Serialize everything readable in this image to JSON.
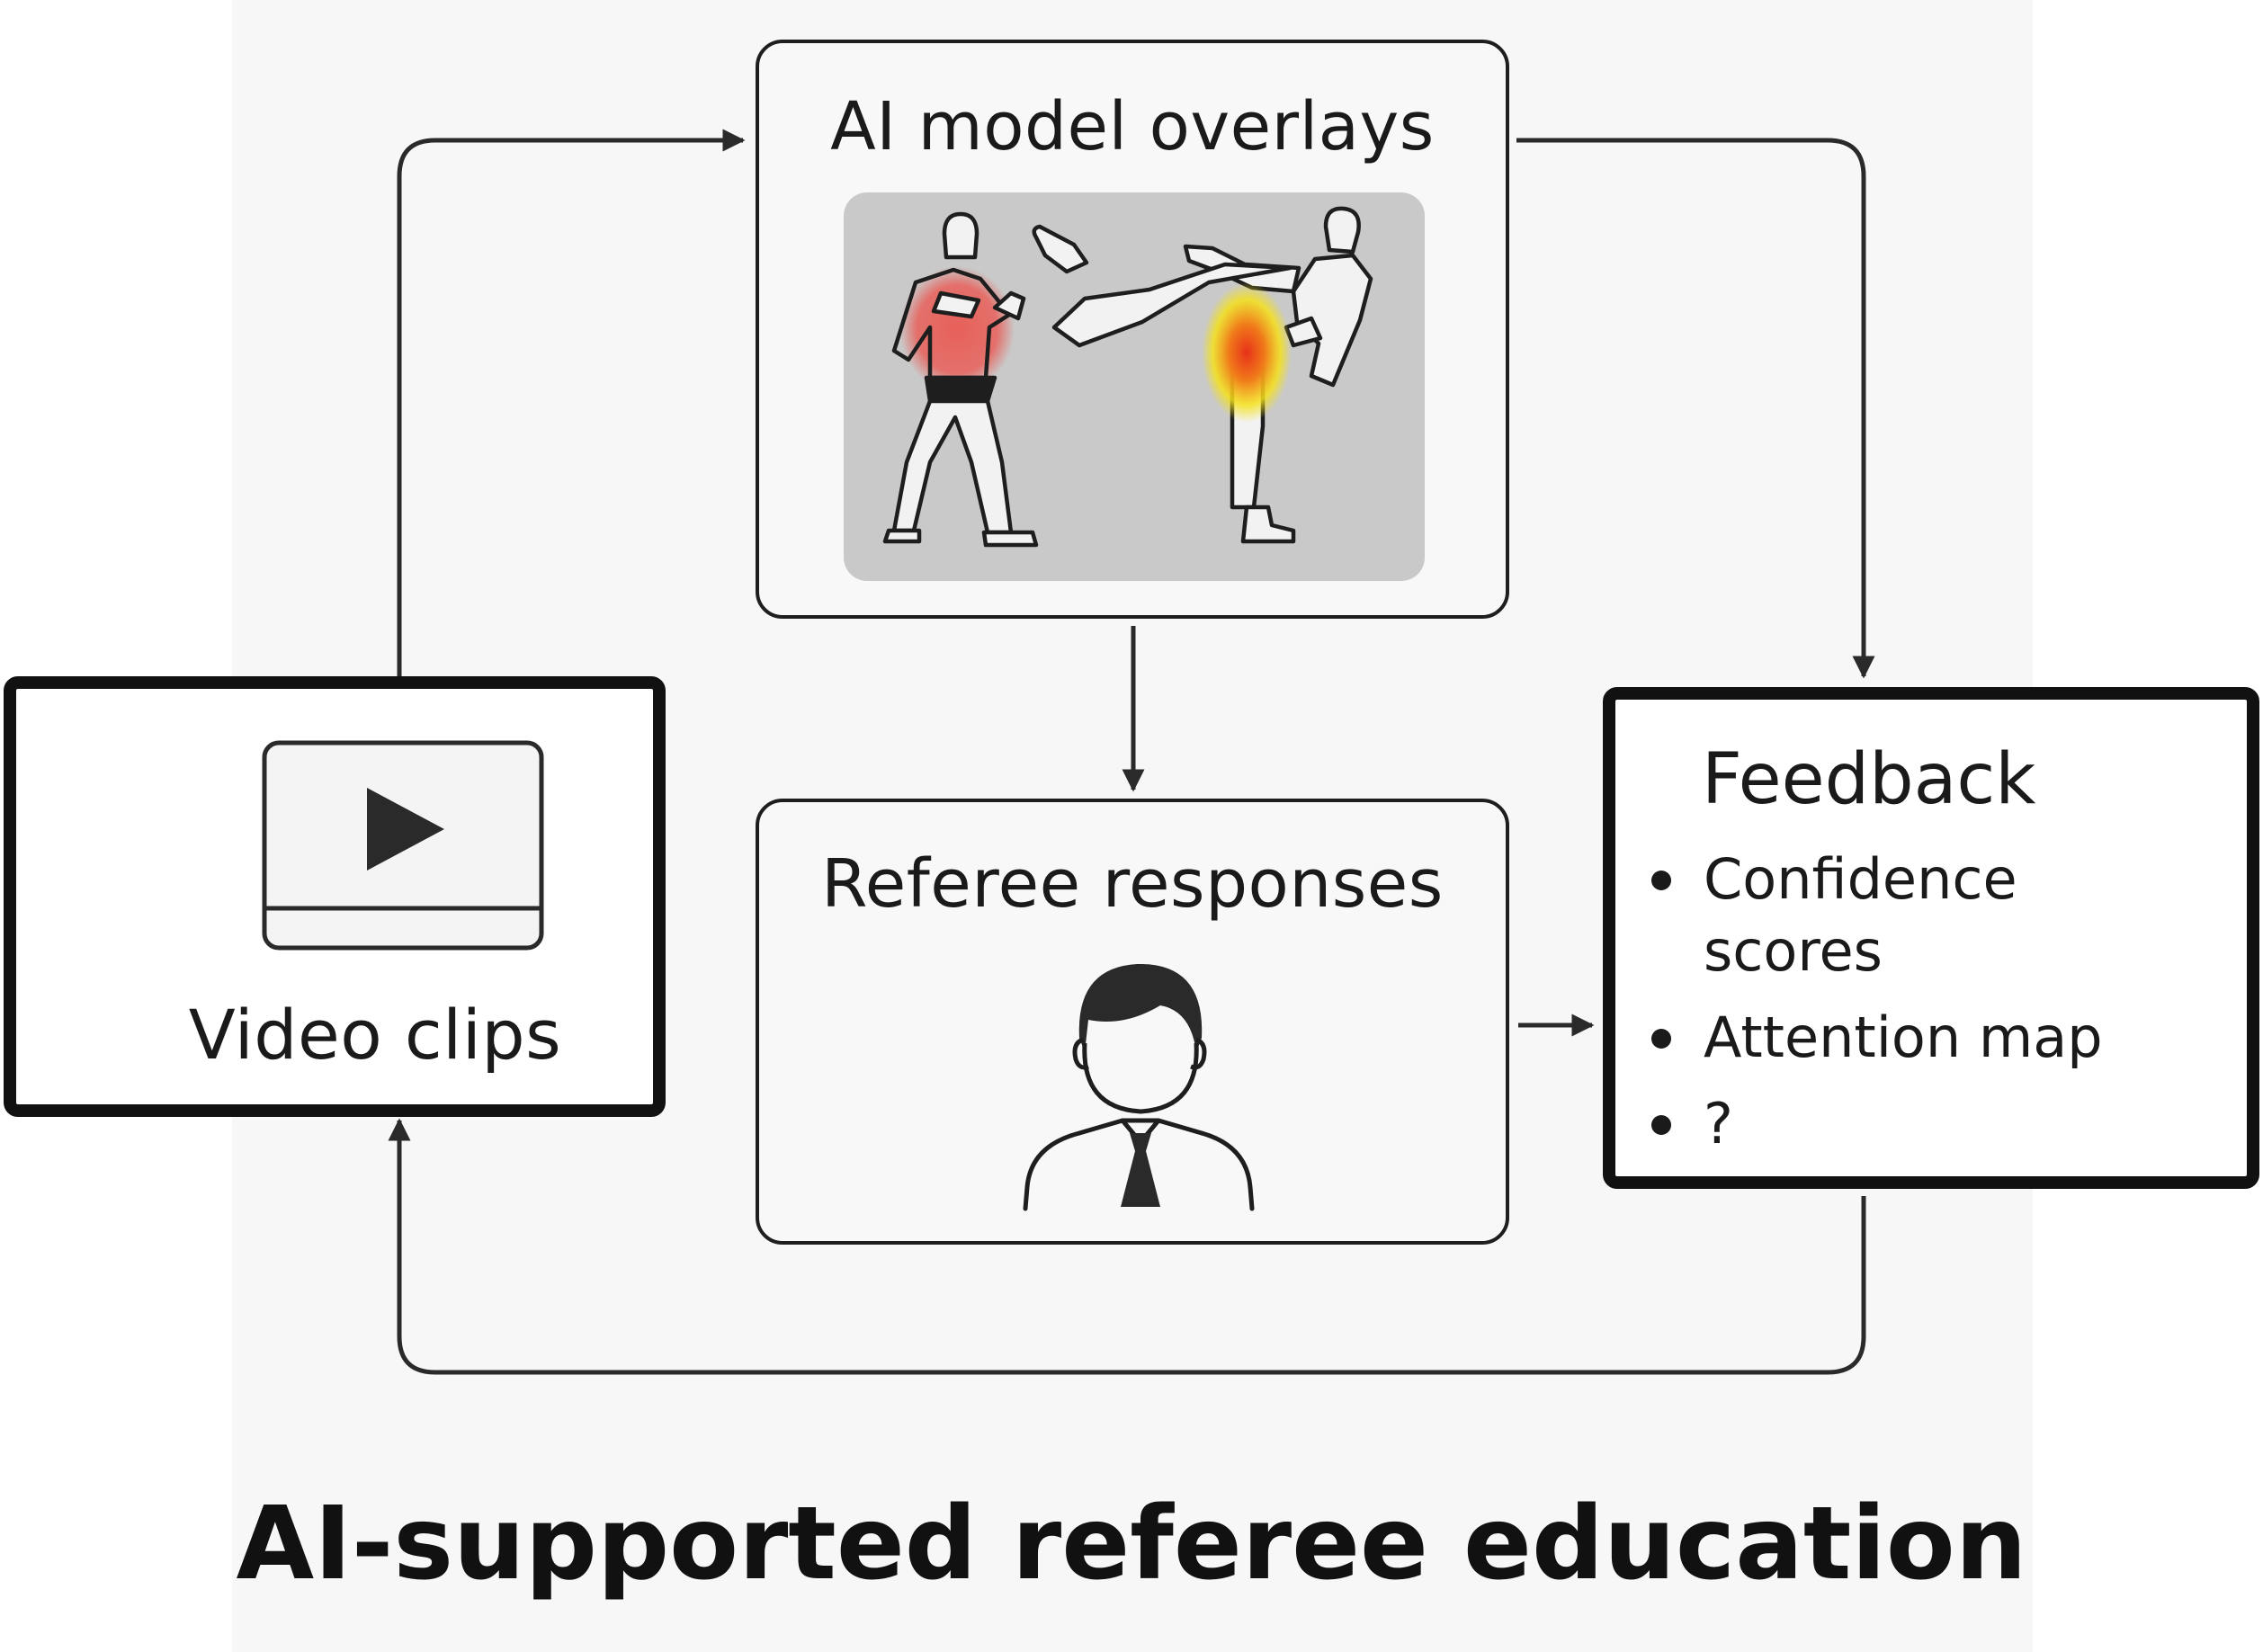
{
  "diagram": {
    "title": "AI-supported referee education",
    "nodes": {
      "video_clips": {
        "label": "Video clips",
        "icon": "video-player-icon"
      },
      "ai_overlays": {
        "label": "AI model overlays",
        "icon": "martial-arts-heatmap-image"
      },
      "referee_responses": {
        "label": "Referee responses",
        "icon": "referee-person-icon"
      },
      "feedback": {
        "label": "Feedback",
        "items": [
          "Confidence scores",
          "Attention map",
          "?"
        ]
      }
    },
    "edges": [
      {
        "from": "Video clips",
        "to": "AI model overlays"
      },
      {
        "from": "AI model overlays",
        "to": "Referee responses"
      },
      {
        "from": "AI model overlays",
        "to": "Feedback"
      },
      {
        "from": "Referee responses",
        "to": "Feedback"
      },
      {
        "from": "Feedback",
        "to": "Video clips"
      }
    ],
    "colors": {
      "stroke": "#1e1e1e",
      "panel_background": "#f7f7f7",
      "image_background": "#c9c9c9",
      "highlight_red": "#e8605a",
      "heatmap_core": "#e8321a",
      "heatmap_halo": "#f5e11a"
    }
  }
}
